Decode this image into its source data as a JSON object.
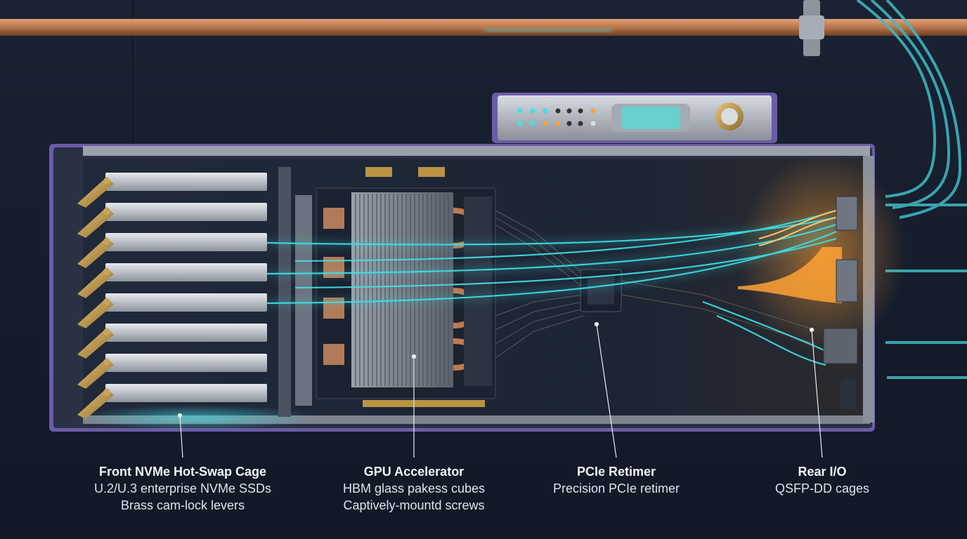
{
  "callouts": [
    {
      "title": "Front NVMe Hot-Swap Cage",
      "lines": [
        "U.2/U.3 enterprise NVMe SSDs",
        "Brass cam-lock levers"
      ]
    },
    {
      "title": "GPU Accelerator",
      "lines": [
        "HBM glass pakess cubes",
        "Captively-mountd screws"
      ]
    },
    {
      "title": "PCIe Retimer",
      "lines": [
        "Precision PCIe retimer"
      ]
    },
    {
      "title": "Rear I/O",
      "lines": [
        "QSFP-DD cages"
      ]
    }
  ],
  "colors": {
    "accent_cyan": "#3fe0e6",
    "accent_orange": "#ffa235",
    "chassis_purple": "#6b5ca8",
    "copper": "#b8764a"
  }
}
